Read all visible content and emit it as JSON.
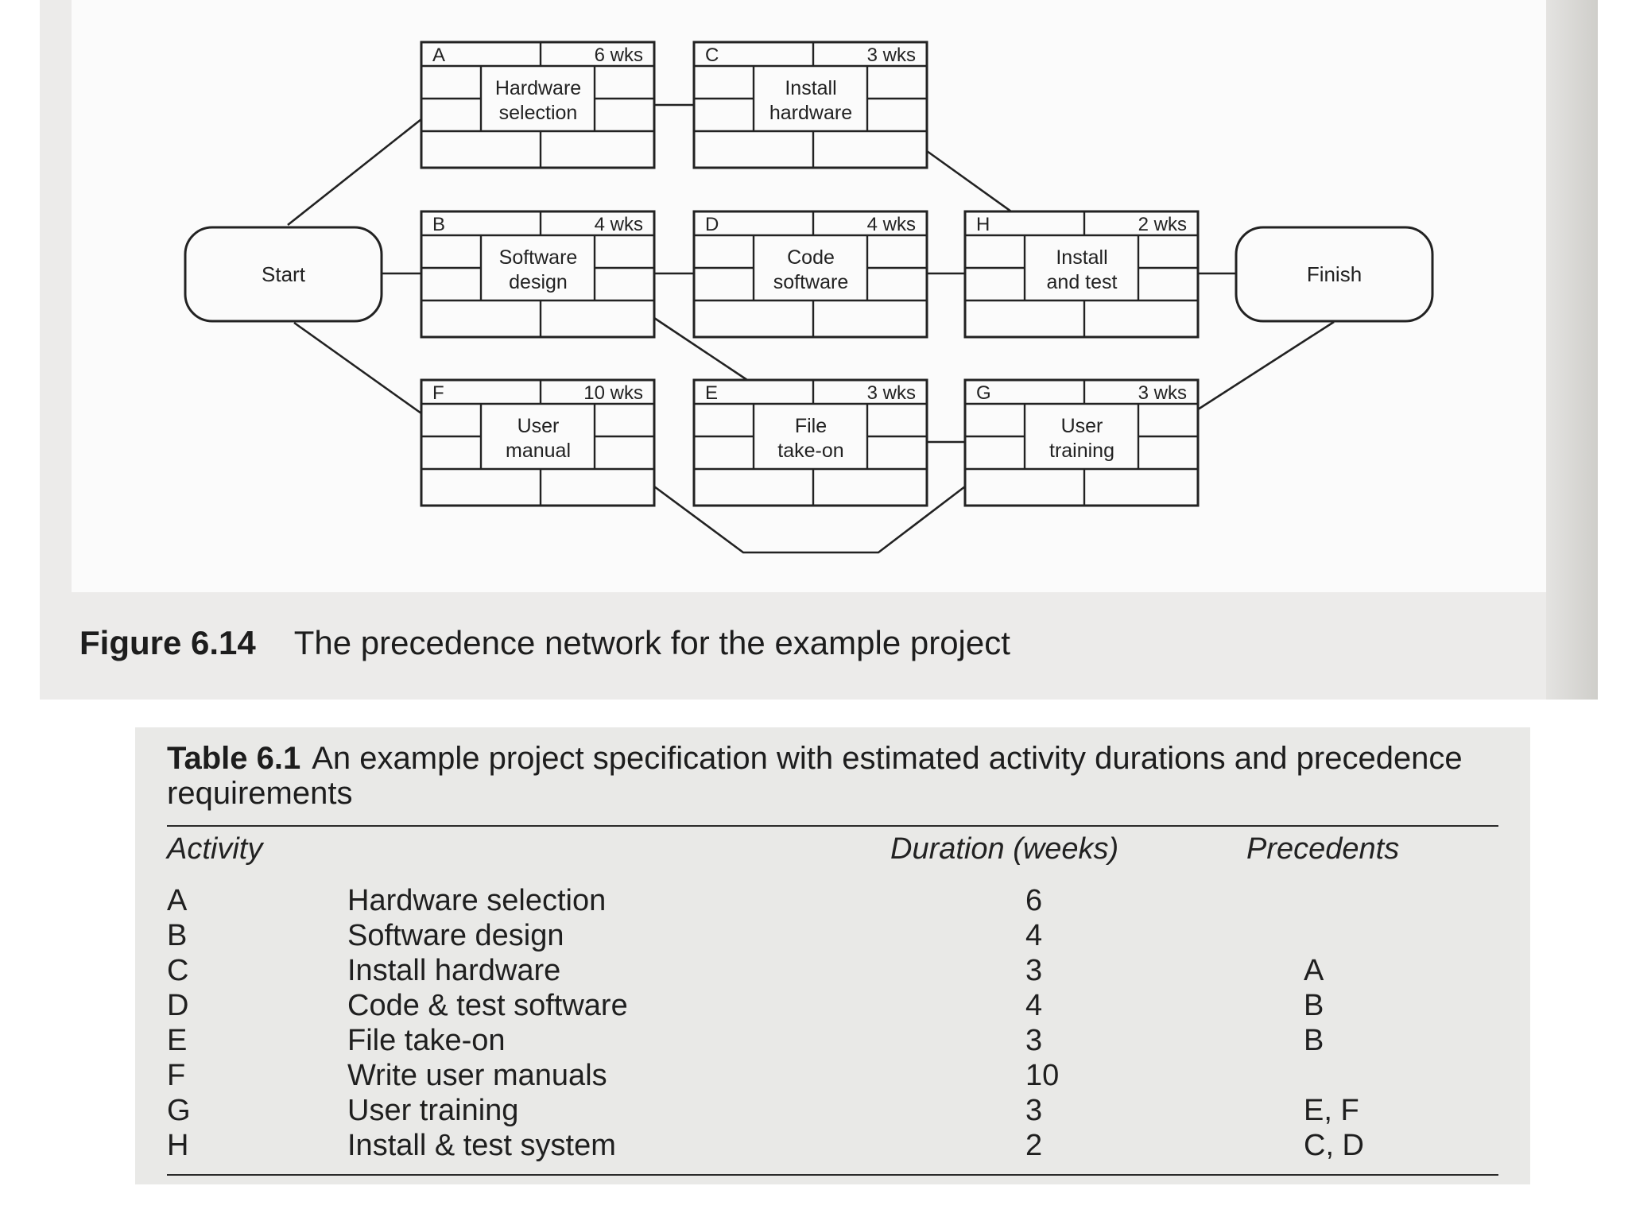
{
  "figure": {
    "number": "Figure 6.14",
    "caption": "The precedence network for the example project",
    "start_label": "Start",
    "finish_label": "Finish",
    "activities": [
      {
        "id": "A",
        "duration": "6 wks",
        "line1": "Hardware",
        "line2": "selection"
      },
      {
        "id": "C",
        "duration": "3 wks",
        "line1": "Install",
        "line2": "hardware"
      },
      {
        "id": "B",
        "duration": "4 wks",
        "line1": "Software",
        "line2": "design"
      },
      {
        "id": "D",
        "duration": "4 wks",
        "line1": "Code",
        "line2": "software"
      },
      {
        "id": "H",
        "duration": "2 wks",
        "line1": "Install",
        "line2": "and test"
      },
      {
        "id": "F",
        "duration": "10 wks",
        "line1": "User",
        "line2": "manual"
      },
      {
        "id": "E",
        "duration": "3 wks",
        "line1": "File",
        "line2": "take-on"
      },
      {
        "id": "G",
        "duration": "3 wks",
        "line1": "User",
        "line2": "training"
      }
    ],
    "links": [
      [
        "Start",
        "A"
      ],
      [
        "Start",
        "B"
      ],
      [
        "Start",
        "F"
      ],
      [
        "A",
        "C"
      ],
      [
        "C",
        "H"
      ],
      [
        "B",
        "D"
      ],
      [
        "B",
        "E"
      ],
      [
        "D",
        "H"
      ],
      [
        "F",
        "G"
      ],
      [
        "E",
        "G"
      ],
      [
        "H",
        "Finish"
      ],
      [
        "G",
        "Finish"
      ]
    ]
  },
  "table": {
    "number": "Table 6.1",
    "caption": "An example project specification with estimated activity durations and precedence requirements",
    "headers": {
      "activity": "Activity",
      "duration": "Duration (weeks)",
      "precedents": "Precedents"
    },
    "rows": [
      {
        "activity": "A",
        "name": "Hardware selection",
        "duration": "6",
        "precedents": ""
      },
      {
        "activity": "B",
        "name": "Software design",
        "duration": "4",
        "precedents": ""
      },
      {
        "activity": "C",
        "name": "Install hardware",
        "duration": "3",
        "precedents": "A"
      },
      {
        "activity": "D",
        "name": "Code & test software",
        "duration": "4",
        "precedents": "B"
      },
      {
        "activity": "E",
        "name": "File take-on",
        "duration": "3",
        "precedents": "B"
      },
      {
        "activity": "F",
        "name": "Write user manuals",
        "duration": "10",
        "precedents": ""
      },
      {
        "activity": "G",
        "name": "User training",
        "duration": "3",
        "precedents": "E, F"
      },
      {
        "activity": "H",
        "name": "Install & test system",
        "duration": "2",
        "precedents": "C, D"
      }
    ]
  }
}
